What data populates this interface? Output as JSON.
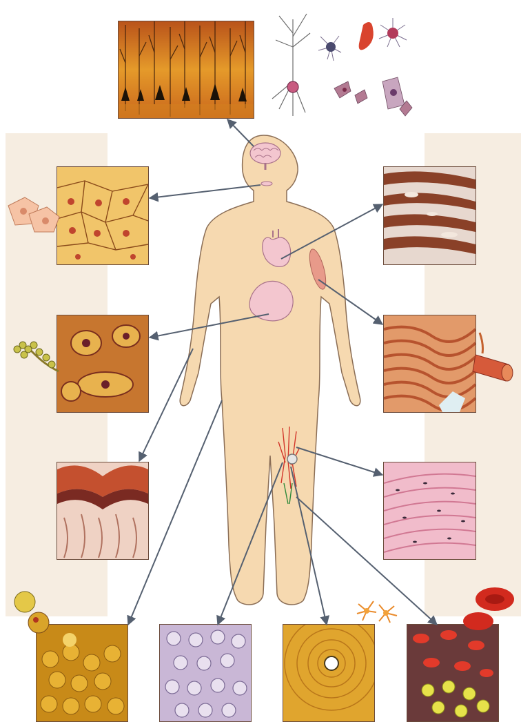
{
  "figure": {
    "labels": [],
    "colors": {
      "skin": "#f6d9b0",
      "skin_outline": "#8a6d55",
      "organ_pink": "#f3c6cf",
      "organ_outline": "#a9728a",
      "arrow": "#556070",
      "side_band": "#f6ede1"
    },
    "panels": [
      {
        "id": "nervous-tissue-cortex",
        "tissue": "nervous",
        "icon": "neuron-icon"
      },
      {
        "id": "glial-cells",
        "tissue": "nervous",
        "icon": "glial-cell-icon"
      },
      {
        "id": "epithelium-squamous",
        "tissue": "epithelial",
        "icon": "squamous-cell-icon"
      },
      {
        "id": "gland-tissue",
        "tissue": "epithelial",
        "icon": "gland-icon"
      },
      {
        "id": "stratified-epithelium",
        "tissue": "epithelial",
        "icon": "skin-section-icon"
      },
      {
        "id": "cardiac-muscle",
        "tissue": "muscle",
        "icon": "cardiac-fiber-icon"
      },
      {
        "id": "skeletal-muscle",
        "tissue": "muscle",
        "icon": "muscle-fiber-icon"
      },
      {
        "id": "smooth-muscle",
        "tissue": "muscle",
        "icon": "smooth-muscle-icon"
      },
      {
        "id": "intestinal-villi",
        "tissue": "epithelial",
        "icon": "villi-icon"
      },
      {
        "id": "cartilage",
        "tissue": "connective",
        "icon": "chondrocyte-icon"
      },
      {
        "id": "bone",
        "tissue": "connective",
        "icon": "osteon-icon"
      },
      {
        "id": "blood",
        "tissue": "connective",
        "icon": "red-blood-cell-icon"
      }
    ]
  }
}
